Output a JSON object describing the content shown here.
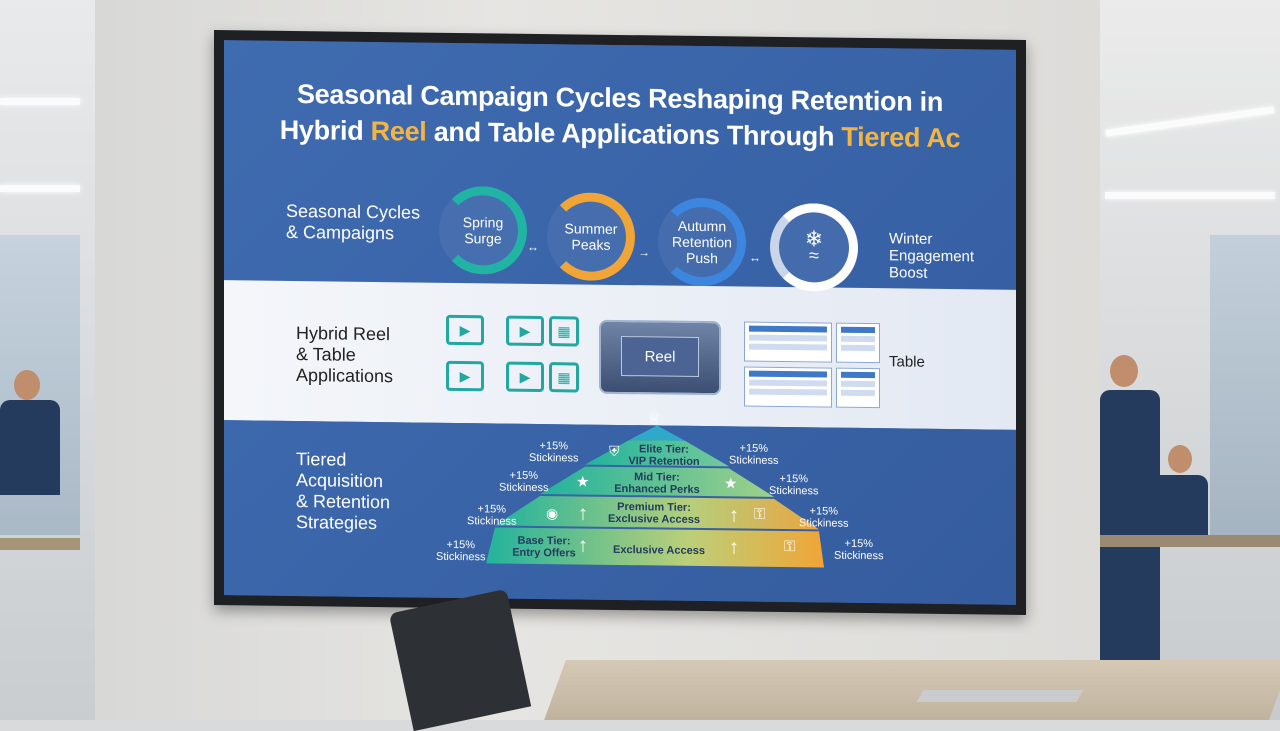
{
  "title": {
    "line1": "Seasonal Campaign Cycles Reshaping Retention in",
    "line2_a": "Hybrid ",
    "line2_b": "Reel",
    "line2_c": " and Table Applications Through ",
    "line2_d": "Tiered Ac"
  },
  "sections": {
    "seasonal": {
      "line1": "Seasonal Cycles",
      "line2": "& Campaigns"
    },
    "hybrid": {
      "line1": "Hybrid Reel",
      "line2": "& Table",
      "line3": "Applications"
    },
    "tiered": {
      "line1": "Tiered",
      "line2": "Acquisition",
      "line3": "& Retention",
      "line4": "Strategies"
    }
  },
  "seasons": [
    {
      "line1": "Spring",
      "line2": "Surge",
      "color": "#21b3a3"
    },
    {
      "line1": "Summer",
      "line2": "Peaks",
      "color": "#f0a536"
    },
    {
      "line1": "Autumn",
      "line2": "Retention",
      "line3": "Push",
      "color": "#3c86e0"
    },
    {
      "line1": "❄",
      "line2": "≈",
      "color": "#ffffff"
    }
  ],
  "winter_label": {
    "line1": "Winter",
    "line2": "Engagement",
    "line3": "Boost"
  },
  "reel_label": "Reel",
  "table_label": "Table",
  "tiers": [
    {
      "line1": "Elite Tier:",
      "line2": "VIP Retention"
    },
    {
      "line1": "Mid Tier:",
      "line2": "Enhanced Perks"
    },
    {
      "line1": "Premium Tier:",
      "line2": "Exclusive Access"
    },
    {
      "line1": "Base Tier:",
      "line2": "Entry Offers",
      "line3": "Exclusive Access"
    }
  ],
  "pct": {
    "value": "+15%",
    "sub": "Stickiness"
  },
  "colors": {
    "screen_blue": "#3a64a6",
    "teal": "#21b3a3",
    "orange": "#f0a536",
    "highlight": "#f2b543"
  }
}
